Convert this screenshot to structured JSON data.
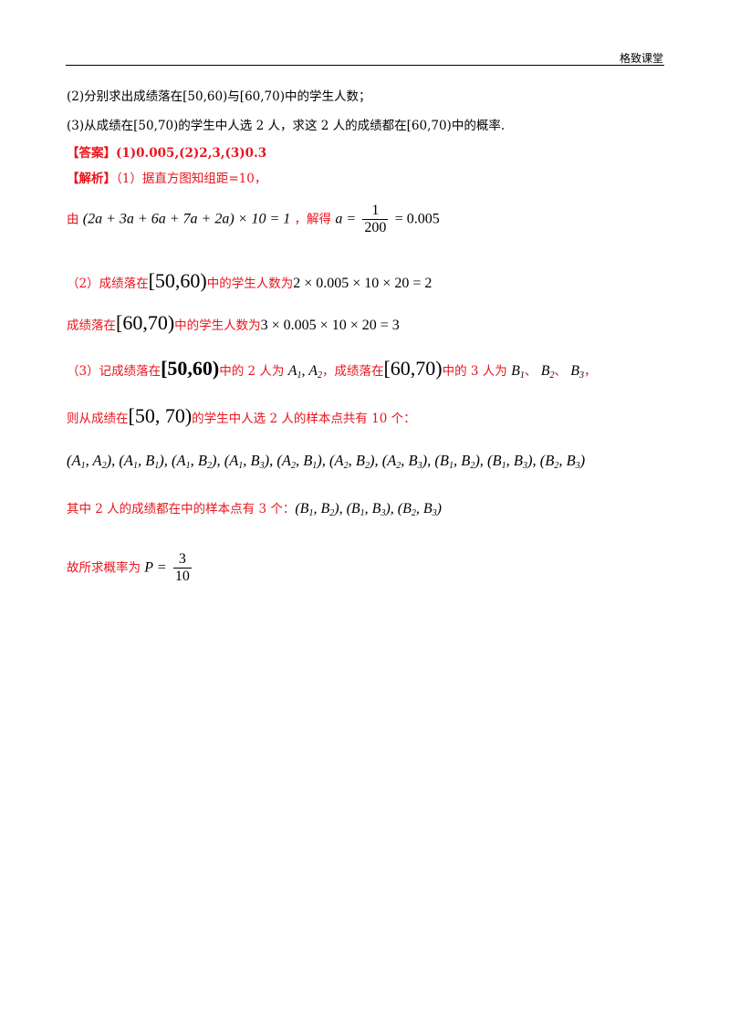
{
  "header": {
    "brand": "格致课堂"
  },
  "question": {
    "q2": "(2)分别求出成绩落在[50,60)与[60,70)中的学生人数；",
    "q3": "(3)从成绩在[50,70)的学生中人选 2 人，求这 2 人的成绩都在[60,70)中的概率."
  },
  "answer": {
    "label": "【答案】",
    "value": "(1)0.005,(2)2,3,(3)0.3"
  },
  "analysis": {
    "label": "【解析】",
    "intro": "（1）据直方图知组距=10，",
    "step1_prefix": "由",
    "step1_eq": "(2a + 3a + 6a + 7a + 2a) × 10 = 1",
    "step1_mid": "，解得",
    "step1_lhs": "a =",
    "step1_num": "1",
    "step1_den": "200",
    "step1_rhs": "= 0.005",
    "step2_prefix": "（2）成绩落在",
    "step2_interval": "[50,60)",
    "step2_mid": "中的学生人数为",
    "step2_eq": "2 × 0.005 × 10 × 20 = 2",
    "step3_prefix": "成绩落在",
    "step3_interval": "[60,70)",
    "step3_mid": "中的学生人数为",
    "step3_eq": "3 × 0.005 × 10 × 20 = 3",
    "step4_prefix": "（3）记成绩落在",
    "step4_interval1": "[50,60)",
    "step4_mid1": "中的 2 人为",
    "step4_mid2": "，成绩落在",
    "step4_interval2": "[60,70)",
    "step4_mid3": "中的 3 人为",
    "step4_sep": "、",
    "step4_end": "，",
    "step5_prefix": "则从成绩在",
    "step5_interval": "[50, 70)",
    "step5_suffix": "的学生中人选 2 人的样本点共有 10 个：",
    "step7_text": "其中 2 人的成绩都在中的样本点有 3 个：",
    "step8_text": "故所求概率为",
    "step8_lhs": "P =",
    "step8_num": "3",
    "step8_den": "10"
  }
}
